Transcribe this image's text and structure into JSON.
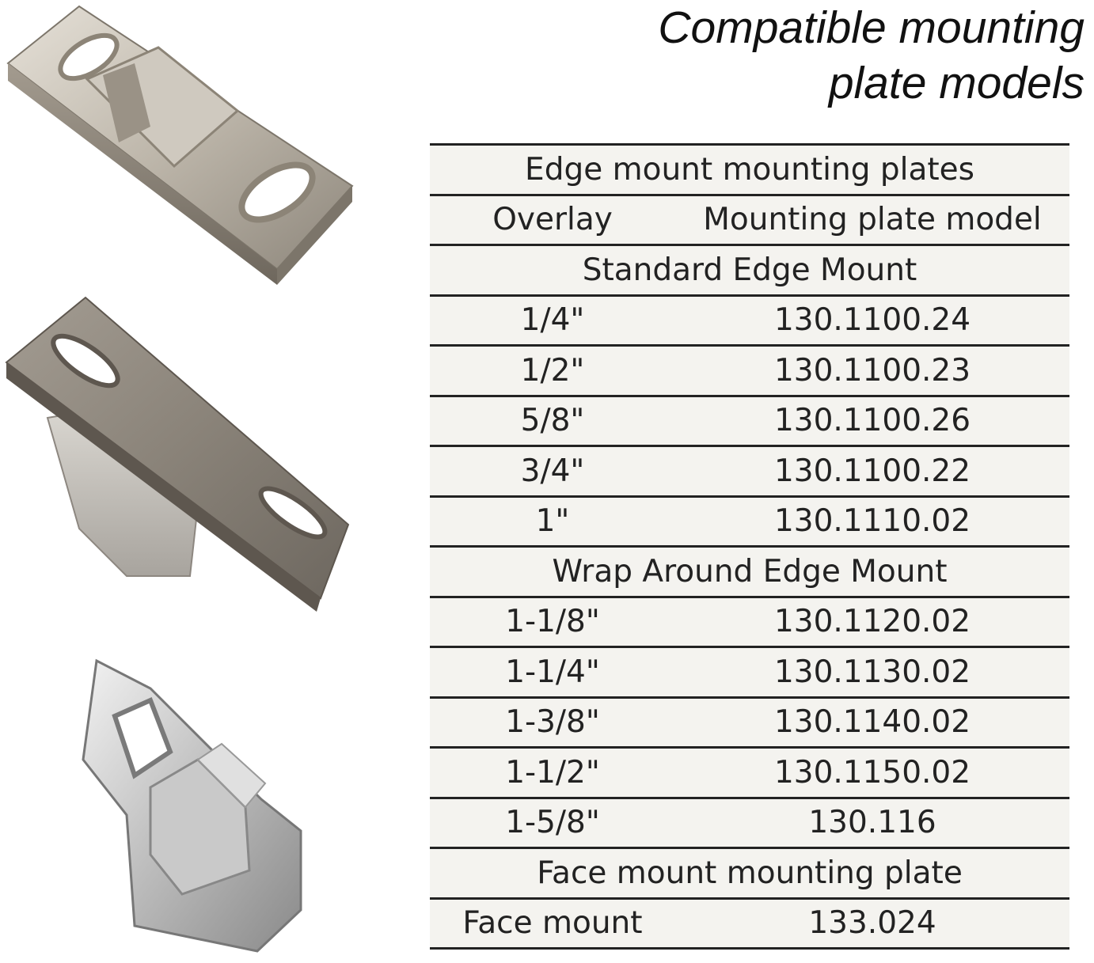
{
  "title": {
    "line1": "Compatible mounting",
    "line2": "plate models"
  },
  "table": {
    "rows": [
      {
        "type": "head",
        "text": "Edge mount mounting plates"
      },
      {
        "type": "cols",
        "a": "Overlay",
        "b": "Mounting plate model"
      },
      {
        "type": "head",
        "text": "Standard Edge Mount"
      },
      {
        "type": "cols",
        "a": "1/4\"",
        "b": "130.1100.24"
      },
      {
        "type": "cols",
        "a": "1/2\"",
        "b": "130.1100.23"
      },
      {
        "type": "cols",
        "a": "5/8\"",
        "b": "130.1100.26"
      },
      {
        "type": "cols",
        "a": "3/4\"",
        "b": "130.1100.22"
      },
      {
        "type": "cols",
        "a": "1\"",
        "b": "130.1110.02"
      },
      {
        "type": "head",
        "text": "Wrap Around Edge Mount"
      },
      {
        "type": "cols",
        "a": "1-1/8\"",
        "b": "130.1120.02"
      },
      {
        "type": "cols",
        "a": "1-1/4\"",
        "b": "130.1130.02"
      },
      {
        "type": "cols",
        "a": "1-3/8\"",
        "b": "130.1140.02"
      },
      {
        "type": "cols",
        "a": "1-1/2\"",
        "b": "130.1150.02"
      },
      {
        "type": "cols",
        "a": "1-5/8\"",
        "b": "130.116"
      },
      {
        "type": "head",
        "text": "Face mount mounting plate"
      },
      {
        "type": "cols",
        "a": "Face mount",
        "b": "133.024"
      }
    ]
  },
  "images": [
    {
      "name": "edge-mount-plate-image"
    },
    {
      "name": "wrap-around-plate-image"
    },
    {
      "name": "face-mount-plate-image"
    }
  ]
}
